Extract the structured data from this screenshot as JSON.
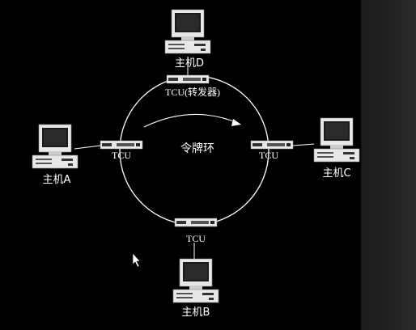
{
  "ring": {
    "label": "令牌环"
  },
  "nodes": {
    "top": {
      "tcu_label": "TCU(转发器)",
      "host_label": "主机D"
    },
    "left": {
      "tcu_label": "TCU",
      "host_label": "主机A"
    },
    "right": {
      "tcu_label": "TCU",
      "host_label": "主机C"
    },
    "bottom": {
      "tcu_label": "TCU",
      "host_label": "主机B"
    }
  },
  "colors": {
    "background": "#000000",
    "line": "#ffffff",
    "device_body": "#e8e8e8",
    "screen": "#1a1a1a"
  },
  "icons": {
    "host": "desktop-computer-icon",
    "tcu": "transceiver-unit-icon",
    "cursor": "mouse-pointer-icon"
  }
}
